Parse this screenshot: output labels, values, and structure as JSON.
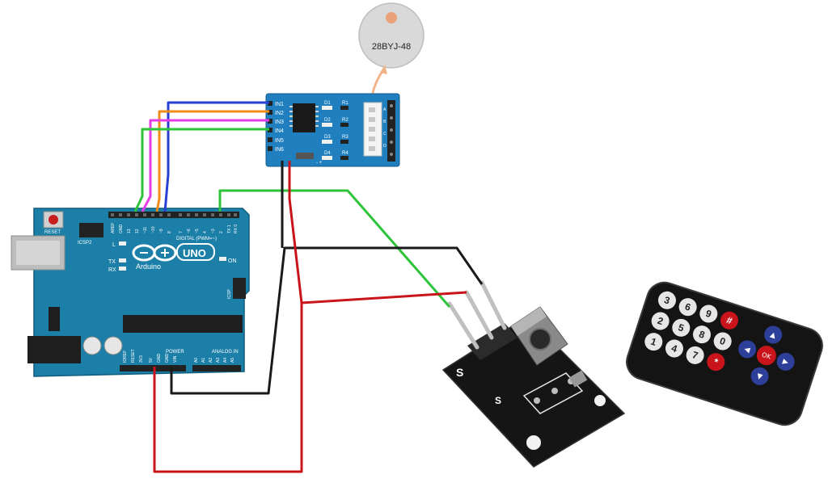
{
  "motor": {
    "model_label": "28BYJ-48",
    "body_color": "#d9d9d9"
  },
  "driver": {
    "pin_labels": [
      "IN1",
      "IN2",
      "IN3",
      "IN4",
      "IN5",
      "IN6"
    ],
    "led_labels": [
      "D1",
      "D2",
      "D3",
      "D4"
    ],
    "resistor_labels": [
      "R1",
      "R2",
      "R3",
      "R4"
    ],
    "side_labels": [
      "A",
      "B",
      "C",
      "D"
    ],
    "bottom_label": "- +",
    "board_color": "#1f7fbf"
  },
  "arduino": {
    "logo": "Arduino",
    "model": "UNO",
    "reset_label": "RESET",
    "icsp2_label": "ICSP2",
    "icsp_label": "ICSP",
    "l_label": "L",
    "tx_label": "TX",
    "rx_label": "RX",
    "on_label": "ON",
    "digital_label": "DIGITAL (PWM=~)",
    "power_label": "POWER",
    "analog_label": "ANALOG IN",
    "top_pins": [
      "AREF",
      "GND",
      "13",
      "12",
      "~11",
      "~10",
      "~9",
      "8",
      "7",
      "~6",
      "~5",
      "4",
      "~3",
      "2",
      "TX 1",
      "RX 0"
    ],
    "bottom_pins": [
      "IOREF",
      "RESET",
      "3V3",
      "5V",
      "GND",
      "GND",
      "VIN",
      "A0",
      "A1",
      "A2",
      "A3",
      "A4",
      "A5"
    ],
    "board_color": "#1b7fa8"
  },
  "ir_receiver": {
    "pin_labels": [
      "S",
      "S"
    ],
    "board_color": "#151515"
  },
  "remote": {
    "digit_buttons": [
      "3",
      "6",
      "9",
      "2",
      "5",
      "8",
      "0",
      "1",
      "4",
      "7"
    ],
    "star_label": "*",
    "hash_label": "#",
    "ok_label": "OK",
    "arrow_up": "▲",
    "arrow_down": "▼",
    "arrow_left": "◀",
    "arrow_right": "▶"
  },
  "wire_colors": {
    "blue": "#2a3fd6",
    "orange": "#f08c1a",
    "magenta": "#e63ce6",
    "green": "#2ec43a",
    "black": "#1a1a1a",
    "red": "#c8141a",
    "arrow": "#f2b48a"
  }
}
